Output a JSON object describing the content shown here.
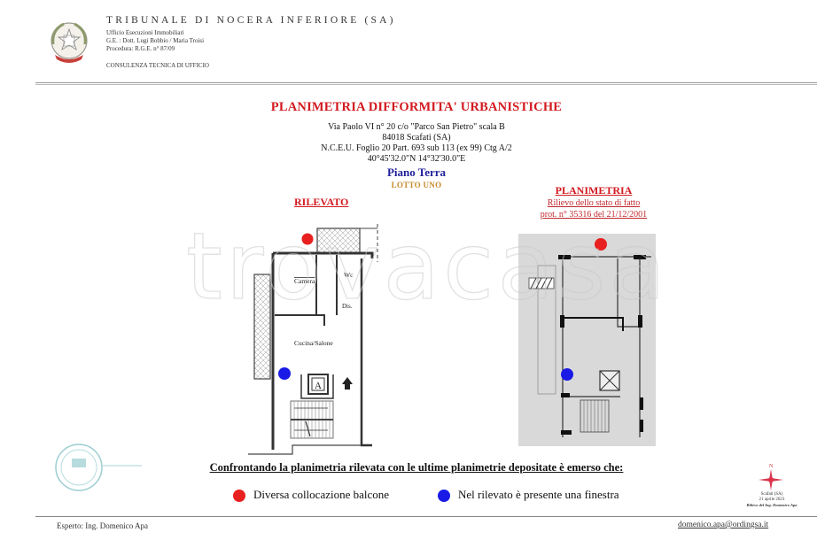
{
  "header": {
    "court": "TRIBUNALE DI NOCERA INFERIORE (SA)",
    "office": "Ufficio Esecuzioni Immobiliari",
    "judge": "G.E. : Dott. Lugi Bobbio / Maria Troisi",
    "procedure": "Procedura: R.G.E. n° 87/09",
    "consultancy": "CONSULENZA TECNICA DI UFFICIO",
    "emblem_icon": "italian-republic-emblem"
  },
  "title": "PLANIMETRIA DIFFORMITA' URBANISTICHE",
  "address": {
    "street": "Via Paolo VI n° 20 c/o \"Parco San Pietro\" scala B",
    "city": "84018 Scafati (SA)",
    "cadastre": "N.C.E.U. Foglio 20 Part. 693 sub 113 (ex 99) Ctg A/2",
    "coordinates": "40°45'32.0\"N 14°32'30.0\"E"
  },
  "floor": "Piano Terra",
  "lot": "LOTTO UNO",
  "left_plan": {
    "label": "RILEVATO",
    "rooms": [
      "Camera",
      "Wc",
      "Dis.",
      "Cucina/Salone"
    ],
    "lift_label": "A"
  },
  "right_plan": {
    "label": "PLANIMETRIA",
    "subtitle": "Rilievo dello stato di fatto",
    "protocol": "prot. n° 35316 del 21/12/2001"
  },
  "watermark": "trovacasa",
  "comparison": {
    "text": "Confrontando la planimetria rilevata con le ultime planimetrie depositate è emerso che:",
    "legend": [
      {
        "color": "#e8201f",
        "label": "Diversa collocazione balcone"
      },
      {
        "color": "#1a1ae6",
        "label": "Nel rilevato è presente una finestra"
      }
    ]
  },
  "compass": {
    "north": "N",
    "place": "Scafati (SA)",
    "date": "21 aprile 2023",
    "author": "Rilievo del Ing. Domenico Apa"
  },
  "footer": {
    "expert": "Esperto: Ing. Domenico Apa",
    "email": "domenico.apa@ordingsa.it"
  },
  "colors": {
    "title_red": "#d2191f",
    "floor_blue": "#1e1e9a",
    "lot_orange": "#c88a2a",
    "dot_red": "#e8201f",
    "dot_blue": "#1a1ae6"
  }
}
